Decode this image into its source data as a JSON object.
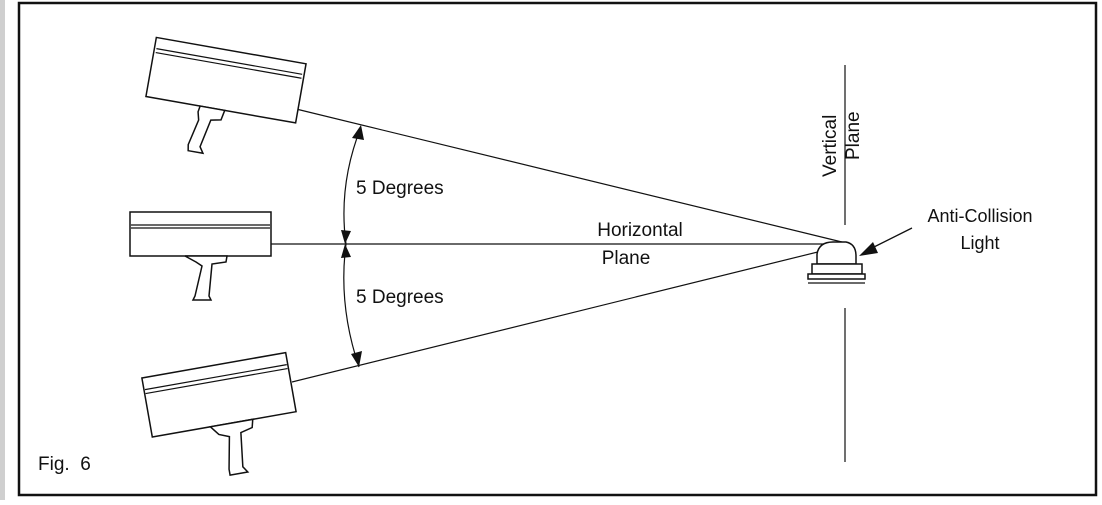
{
  "figure": {
    "label": "Fig.  6",
    "vertical_plane": {
      "line1": "Vertical",
      "line2": "Plane"
    },
    "horizontal_plane": {
      "line1": "Horizontal",
      "line2": "Plane"
    },
    "upper_angle": "5 Degrees",
    "lower_angle": "5 Degrees",
    "target": {
      "line1": "Anti-Collision",
      "line2": "Light"
    }
  }
}
